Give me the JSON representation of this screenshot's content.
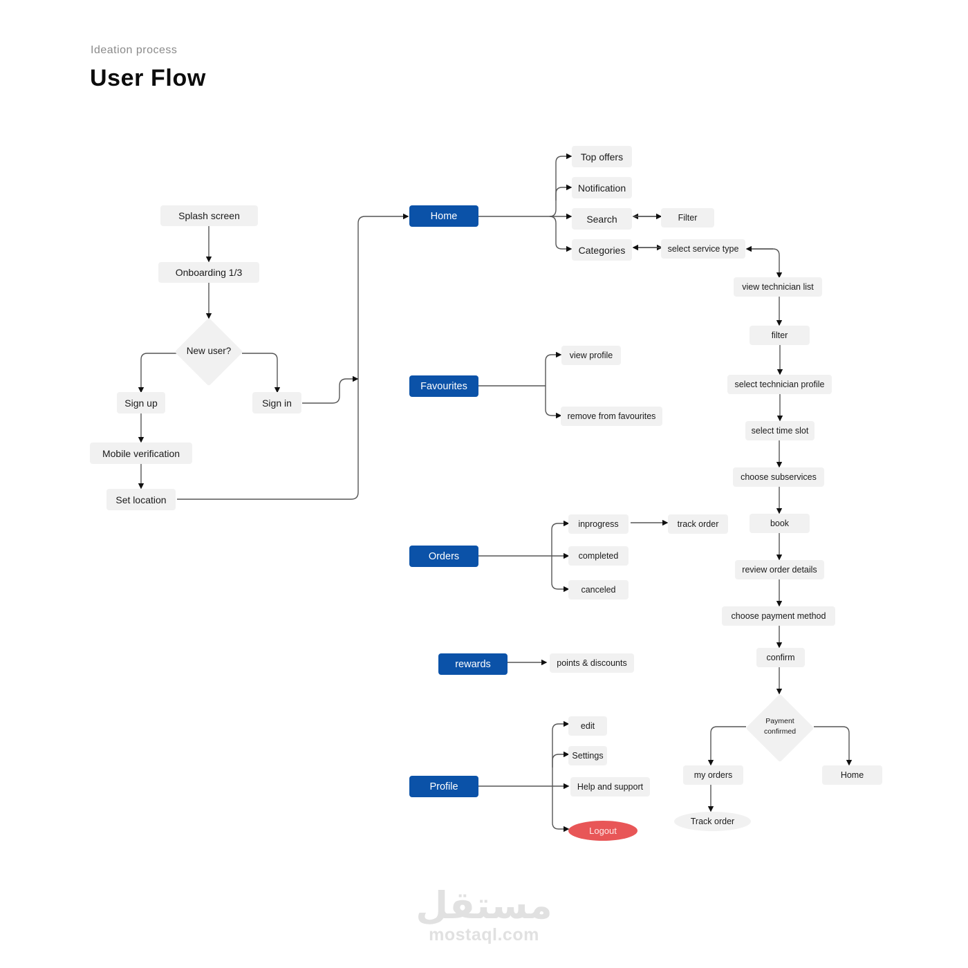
{
  "header": {
    "subtitle": "Ideation process",
    "title": "User Flow"
  },
  "onboarding": {
    "splash": "Splash screen",
    "onboarding": "Onboarding 1/3",
    "decision": "New user?",
    "sign_up": "Sign up",
    "sign_in": "Sign in",
    "mobile_verification": "Mobile verification",
    "set_location": "Set location"
  },
  "main_nav": {
    "home": "Home",
    "favourites": "Favourites",
    "orders": "Orders",
    "rewards": "rewards",
    "profile": "Profile"
  },
  "home_branches": {
    "top_offers": "Top offers",
    "notification": "Notification",
    "search": "Search",
    "filter": "Filter",
    "categories": "Categories",
    "select_service_type": "select service type"
  },
  "booking_flow": {
    "steps": [
      "view technician list",
      "filter",
      "select technician profile",
      "select time slot",
      "choose subservices",
      "book",
      "review order details",
      "choose payment method",
      "confirm"
    ],
    "decision_line1": "Payment",
    "decision_line2": "confirmed",
    "my_orders": "my orders",
    "home": "Home",
    "track_order": "Track order"
  },
  "favourites_branches": {
    "view_profile": "view profile",
    "remove": "remove from favourites"
  },
  "orders_branches": {
    "inprogress": "inprogress",
    "track_order": "track order",
    "completed": "completed",
    "canceled": "canceled"
  },
  "rewards_branches": {
    "points": "points & discounts"
  },
  "profile_branches": {
    "edit": "edit",
    "settings": "Settings",
    "help": "Help and support",
    "logout": "Logout"
  },
  "colors": {
    "primary": "#0b52a8",
    "node_bg": "#f1f1f1",
    "danger": "#e85657",
    "connector": "#555555"
  },
  "watermark": {
    "arabic": "مستقل",
    "latin": "mostaql.com"
  }
}
